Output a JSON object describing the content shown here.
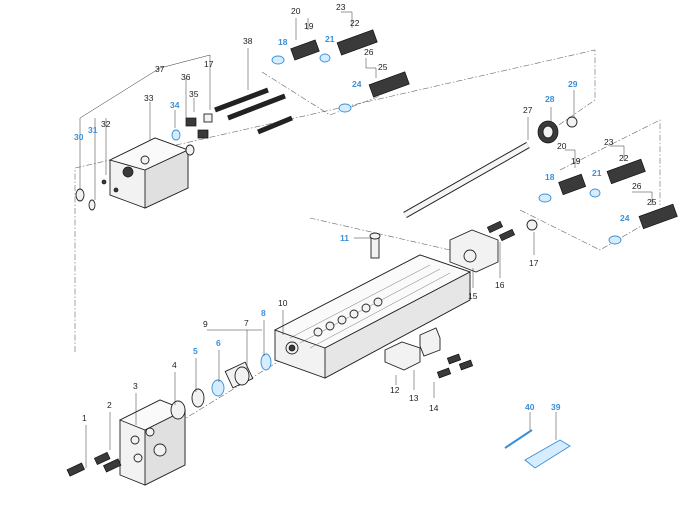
{
  "highlight_color": "#3a8fd6",
  "callouts": [
    {
      "id": "c1",
      "text": "1",
      "hl": false
    },
    {
      "id": "c2",
      "text": "2",
      "hl": false
    },
    {
      "id": "c3",
      "text": "3",
      "hl": false
    },
    {
      "id": "c4",
      "text": "4",
      "hl": false
    },
    {
      "id": "c5",
      "text": "5",
      "hl": true
    },
    {
      "id": "c6",
      "text": "6",
      "hl": true
    },
    {
      "id": "c7",
      "text": "7",
      "hl": false
    },
    {
      "id": "c8",
      "text": "8",
      "hl": true
    },
    {
      "id": "c9",
      "text": "9",
      "hl": false
    },
    {
      "id": "c10",
      "text": "10",
      "hl": false
    },
    {
      "id": "c11",
      "text": "11",
      "hl": true
    },
    {
      "id": "c12",
      "text": "12",
      "hl": false
    },
    {
      "id": "c13",
      "text": "13",
      "hl": false
    },
    {
      "id": "c14",
      "text": "14",
      "hl": false
    },
    {
      "id": "c15",
      "text": "15",
      "hl": false
    },
    {
      "id": "c16",
      "text": "16",
      "hl": false
    },
    {
      "id": "c17a",
      "text": "17",
      "hl": false
    },
    {
      "id": "c17b",
      "text": "17",
      "hl": false
    },
    {
      "id": "c18a",
      "text": "18",
      "hl": true
    },
    {
      "id": "c18b",
      "text": "18",
      "hl": true
    },
    {
      "id": "c19a",
      "text": "19",
      "hl": false
    },
    {
      "id": "c19b",
      "text": "19",
      "hl": false
    },
    {
      "id": "c20a",
      "text": "20",
      "hl": false
    },
    {
      "id": "c20b",
      "text": "20",
      "hl": false
    },
    {
      "id": "c21a",
      "text": "21",
      "hl": true
    },
    {
      "id": "c21b",
      "text": "21",
      "hl": true
    },
    {
      "id": "c22a",
      "text": "22",
      "hl": false
    },
    {
      "id": "c22b",
      "text": "22",
      "hl": false
    },
    {
      "id": "c23a",
      "text": "23",
      "hl": false
    },
    {
      "id": "c23b",
      "text": "23",
      "hl": false
    },
    {
      "id": "c24a",
      "text": "24",
      "hl": true
    },
    {
      "id": "c24b",
      "text": "24",
      "hl": true
    },
    {
      "id": "c25a",
      "text": "25",
      "hl": false
    },
    {
      "id": "c25b",
      "text": "25",
      "hl": false
    },
    {
      "id": "c26a",
      "text": "26",
      "hl": false
    },
    {
      "id": "c26b",
      "text": "26",
      "hl": false
    },
    {
      "id": "c27",
      "text": "27",
      "hl": false
    },
    {
      "id": "c28",
      "text": "28",
      "hl": true
    },
    {
      "id": "c29",
      "text": "29",
      "hl": true
    },
    {
      "id": "c30",
      "text": "30",
      "hl": true
    },
    {
      "id": "c31",
      "text": "31",
      "hl": true
    },
    {
      "id": "c32",
      "text": "32",
      "hl": false
    },
    {
      "id": "c33",
      "text": "33",
      "hl": false
    },
    {
      "id": "c34",
      "text": "34",
      "hl": true
    },
    {
      "id": "c35",
      "text": "35",
      "hl": false
    },
    {
      "id": "c36",
      "text": "36",
      "hl": false
    },
    {
      "id": "c37",
      "text": "37",
      "hl": false
    },
    {
      "id": "c38",
      "text": "38",
      "hl": false
    },
    {
      "id": "c39",
      "text": "39",
      "hl": true
    },
    {
      "id": "c40",
      "text": "40",
      "hl": true
    }
  ]
}
